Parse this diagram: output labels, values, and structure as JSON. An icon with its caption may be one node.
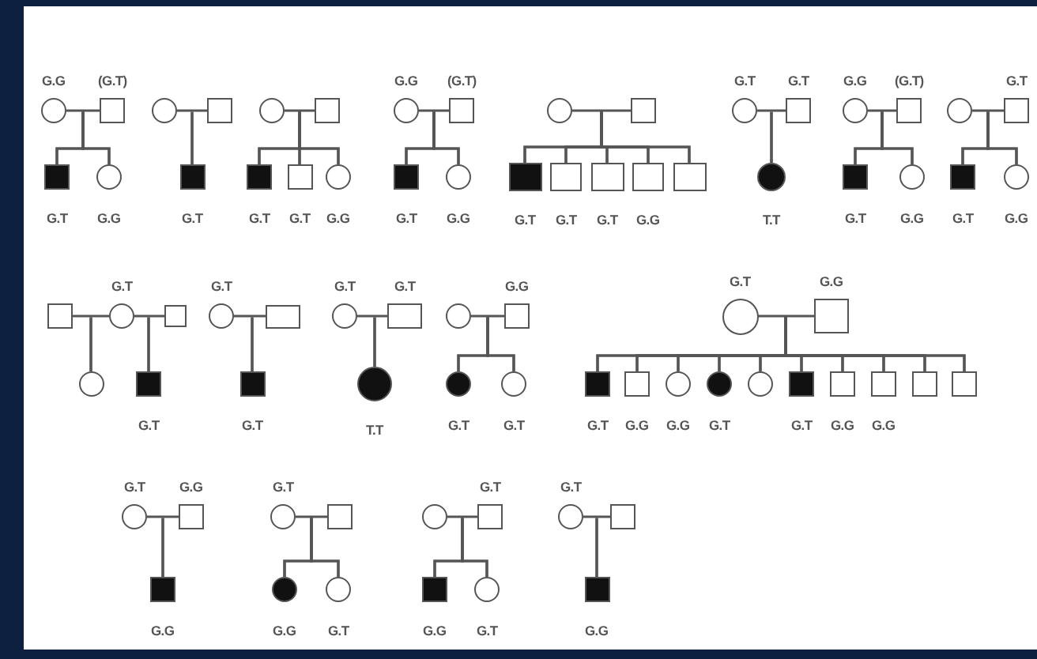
{
  "diagram": {
    "nodes": [
      {
        "text": [],
        "shape": "circle",
        "beside": [
          "G.G"
        ]
      },
      {
        "text": [],
        "shape": "box",
        "beside": [
          "(G.T)"
        ]
      },
      {
        "text": [],
        "shape": "block",
        "beside": [
          "G.T"
        ]
      },
      {
        "text": [],
        "shape": "circle",
        "beside": [
          "G.G"
        ]
      },
      {
        "text": [],
        "shape": "circle"
      },
      {
        "text": [],
        "shape": "box"
      },
      {
        "text": [],
        "shape": "block",
        "beside": [
          "G.T"
        ]
      },
      {
        "text": [],
        "shape": "circle"
      },
      {
        "text": [],
        "shape": "box"
      },
      {
        "text": [],
        "shape": "block",
        "beside": [
          "G.T"
        ]
      },
      {
        "text": [],
        "shape": "box",
        "beside": [
          "G.T"
        ]
      },
      {
        "text": [],
        "shape": "circle",
        "beside": [
          "G.G"
        ]
      },
      {
        "text": [],
        "shape": "circle",
        "beside": [
          "G.G"
        ]
      },
      {
        "text": [],
        "shape": "box",
        "beside": [
          "(G.T)"
        ]
      },
      {
        "text": [],
        "shape": "block",
        "beside": [
          "G.T"
        ]
      },
      {
        "text": [],
        "shape": "circle",
        "beside": [
          "G.G"
        ]
      },
      {
        "text": [],
        "shape": "circle"
      },
      {
        "text": [],
        "shape": "box"
      },
      {
        "text": [],
        "shape": "block",
        "beside": [
          "G.T"
        ]
      },
      {
        "text": [],
        "shape": "box",
        "beside": [
          "G.T"
        ]
      },
      {
        "text": [],
        "shape": "box",
        "beside": [
          "G.T"
        ]
      },
      {
        "text": [],
        "shape": "box",
        "beside": [
          "G.G"
        ]
      },
      {
        "text": [],
        "shape": "box"
      },
      {
        "text": [],
        "shape": "circle",
        "beside": [
          "G.T"
        ]
      },
      {
        "text": [],
        "shape": "box",
        "beside": [
          "G.T"
        ]
      },
      {
        "text": [],
        "shape": "disc",
        "beside": [
          "T.T"
        ]
      },
      {
        "text": [],
        "shape": "circle",
        "beside": [
          "G.G"
        ]
      },
      {
        "text": [],
        "shape": "box",
        "beside": [
          "(G.T)"
        ]
      },
      {
        "text": [],
        "shape": "block",
        "beside": [
          "G.T"
        ]
      },
      {
        "text": [],
        "shape": "circle",
        "beside": [
          "G.G"
        ]
      },
      {
        "text": [],
        "shape": "circle"
      },
      {
        "text": [],
        "shape": "box",
        "beside": [
          "G.T"
        ]
      },
      {
        "text": [],
        "shape": "block",
        "beside": [
          "G.T"
        ]
      },
      {
        "text": [],
        "shape": "circle",
        "beside": [
          "G.G"
        ]
      },
      {
        "text": [],
        "shape": "box"
      },
      {
        "text": [],
        "shape": "circle",
        "beside": [
          "G.T"
        ]
      },
      {
        "text": [],
        "shape": "box"
      },
      {
        "text": [],
        "shape": "circle"
      },
      {
        "text": [],
        "shape": "block",
        "beside": [
          "G.T"
        ]
      },
      {
        "text": [],
        "shape": "circle",
        "beside": [
          "G.T"
        ]
      },
      {
        "text": [],
        "shape": "box"
      },
      {
        "text": [],
        "shape": "block",
        "beside": [
          "G.T"
        ]
      },
      {
        "text": [],
        "shape": "circle",
        "beside": [
          "G.T"
        ]
      },
      {
        "text": [],
        "shape": "box",
        "beside": [
          "G.T"
        ]
      },
      {
        "text": [],
        "shape": "disc",
        "beside": [
          "T.T"
        ]
      },
      {
        "text": [],
        "shape": "circle"
      },
      {
        "text": [],
        "shape": "box",
        "beside": [
          "G.G"
        ]
      },
      {
        "text": [],
        "shape": "disc",
        "beside": [
          "G.T"
        ]
      },
      {
        "text": [],
        "shape": "circle",
        "beside": [
          "G.T"
        ]
      },
      {
        "text": [],
        "shape": "circle",
        "beside": [
          "G.T"
        ]
      },
      {
        "text": [],
        "shape": "box",
        "beside": [
          "G.G"
        ]
      },
      {
        "text": [],
        "shape": "block",
        "beside": [
          "G.T"
        ]
      },
      {
        "text": [],
        "shape": "box",
        "beside": [
          "G.G"
        ]
      },
      {
        "text": [],
        "shape": "circle",
        "beside": [
          "G.G"
        ]
      },
      {
        "text": [],
        "shape": "disc",
        "beside": [
          "G.T"
        ]
      },
      {
        "text": [],
        "shape": "circle"
      },
      {
        "text": [],
        "shape": "block",
        "beside": [
          "G.T"
        ]
      },
      {
        "text": [],
        "shape": "box",
        "beside": [
          "G.G"
        ]
      },
      {
        "text": [],
        "shape": "box",
        "beside": [
          "G.G"
        ]
      },
      {
        "text": [],
        "shape": "box"
      },
      {
        "text": [],
        "shape": "box"
      },
      {
        "text": [],
        "shape": "circle",
        "beside": [
          "G.T"
        ]
      },
      {
        "text": [],
        "shape": "box",
        "beside": [
          "G.G"
        ]
      },
      {
        "text": [],
        "shape": "block",
        "beside": [
          "G.G"
        ]
      },
      {
        "text": [],
        "shape": "circle",
        "beside": [
          "G.T"
        ]
      },
      {
        "text": [],
        "shape": "box"
      },
      {
        "text": [],
        "shape": "disc",
        "beside": [
          "G.G"
        ]
      },
      {
        "text": [],
        "shape": "circle",
        "beside": [
          "G.T"
        ]
      },
      {
        "text": [],
        "shape": "circle"
      },
      {
        "text": [],
        "shape": "box",
        "beside": [
          "G.T"
        ]
      },
      {
        "text": [],
        "shape": "block",
        "beside": [
          "G.G"
        ]
      },
      {
        "text": [],
        "shape": "circle",
        "beside": [
          "G.T"
        ]
      },
      {
        "text": [],
        "shape": "circle",
        "beside": [
          "G.T"
        ]
      },
      {
        "text": [],
        "shape": "box"
      },
      {
        "text": [],
        "shape": "block",
        "beside": [
          "G.G"
        ]
      }
    ],
    "edges": [
      {
        "from": 0,
        "to": 1,
        "arrow": "none"
      },
      {
        "from": 0,
        "to": 2,
        "arrow": "none"
      },
      {
        "from": 1,
        "to": 2,
        "arrow": "none"
      },
      {
        "from": 0,
        "to": 3,
        "arrow": "none"
      },
      {
        "from": 1,
        "to": 3,
        "arrow": "none"
      },
      {
        "from": 4,
        "to": 5,
        "arrow": "none"
      },
      {
        "from": 4,
        "to": 6,
        "arrow": "none"
      },
      {
        "from": 5,
        "to": 6,
        "arrow": "none"
      },
      {
        "from": 7,
        "to": 8,
        "arrow": "none"
      },
      {
        "from": 7,
        "to": 9,
        "arrow": "none"
      },
      {
        "from": 8,
        "to": 9,
        "arrow": "none"
      },
      {
        "from": 7,
        "to": 10,
        "arrow": "none"
      },
      {
        "from": 8,
        "to": 10,
        "arrow": "none"
      },
      {
        "from": 7,
        "to": 11,
        "arrow": "none"
      },
      {
        "from": 8,
        "to": 11,
        "arrow": "none"
      },
      {
        "from": 12,
        "to": 13,
        "arrow": "none"
      },
      {
        "from": 12,
        "to": 14,
        "arrow": "none"
      },
      {
        "from": 13,
        "to": 14,
        "arrow": "none"
      },
      {
        "from": 12,
        "to": 15,
        "arrow": "none"
      },
      {
        "from": 13,
        "to": 15,
        "arrow": "none"
      },
      {
        "from": 16,
        "to": 17,
        "arrow": "none"
      },
      {
        "from": 16,
        "to": 18,
        "arrow": "none"
      },
      {
        "from": 17,
        "to": 18,
        "arrow": "none"
      },
      {
        "from": 16,
        "to": 19,
        "arrow": "none"
      },
      {
        "from": 17,
        "to": 19,
        "arrow": "none"
      },
      {
        "from": 16,
        "to": 20,
        "arrow": "none"
      },
      {
        "from": 17,
        "to": 20,
        "arrow": "none"
      },
      {
        "from": 16,
        "to": 21,
        "arrow": "none"
      },
      {
        "from": 17,
        "to": 21,
        "arrow": "none"
      },
      {
        "from": 16,
        "to": 22,
        "arrow": "none"
      },
      {
        "from": 17,
        "to": 22,
        "arrow": "none"
      },
      {
        "from": 23,
        "to": 24,
        "arrow": "none"
      },
      {
        "from": 23,
        "to": 25,
        "arrow": "none"
      },
      {
        "from": 24,
        "to": 25,
        "arrow": "none"
      },
      {
        "from": 26,
        "to": 27,
        "arrow": "none"
      },
      {
        "from": 26,
        "to": 28,
        "arrow": "none"
      },
      {
        "from": 27,
        "to": 28,
        "arrow": "none"
      },
      {
        "from": 26,
        "to": 29,
        "arrow": "none"
      },
      {
        "from": 27,
        "to": 29,
        "arrow": "none"
      },
      {
        "from": 30,
        "to": 31,
        "arrow": "none"
      },
      {
        "from": 30,
        "to": 32,
        "arrow": "none"
      },
      {
        "from": 31,
        "to": 32,
        "arrow": "none"
      },
      {
        "from": 30,
        "to": 33,
        "arrow": "none"
      },
      {
        "from": 31,
        "to": 33,
        "arrow": "none"
      },
      {
        "from": 34,
        "to": 35,
        "arrow": "none"
      },
      {
        "from": 34,
        "to": 37,
        "arrow": "none"
      },
      {
        "from": 35,
        "to": 37,
        "arrow": "none"
      },
      {
        "from": 35,
        "to": 36,
        "arrow": "none"
      },
      {
        "from": 35,
        "to": 38,
        "arrow": "none"
      },
      {
        "from": 36,
        "to": 38,
        "arrow": "none"
      },
      {
        "from": 39,
        "to": 40,
        "arrow": "none"
      },
      {
        "from": 39,
        "to": 41,
        "arrow": "none"
      },
      {
        "from": 40,
        "to": 41,
        "arrow": "none"
      },
      {
        "from": 42,
        "to": 43,
        "arrow": "none"
      },
      {
        "from": 42,
        "to": 44,
        "arrow": "none"
      },
      {
        "from": 43,
        "to": 44,
        "arrow": "none"
      },
      {
        "from": 45,
        "to": 46,
        "arrow": "none"
      },
      {
        "from": 45,
        "to": 47,
        "arrow": "none"
      },
      {
        "from": 46,
        "to": 47,
        "arrow": "none"
      },
      {
        "from": 45,
        "to": 48,
        "arrow": "none"
      },
      {
        "from": 46,
        "to": 48,
        "arrow": "none"
      },
      {
        "from": 49,
        "to": 50,
        "arrow": "none"
      },
      {
        "from": 49,
        "to": 51,
        "arrow": "none"
      },
      {
        "from": 50,
        "to": 51,
        "arrow": "none"
      },
      {
        "from": 49,
        "to": 52,
        "arrow": "none"
      },
      {
        "from": 50,
        "to": 52,
        "arrow": "none"
      },
      {
        "from": 49,
        "to": 53,
        "arrow": "none"
      },
      {
        "from": 50,
        "to": 53,
        "arrow": "none"
      },
      {
        "from": 49,
        "to": 54,
        "arrow": "none"
      },
      {
        "from": 50,
        "to": 54,
        "arrow": "none"
      },
      {
        "from": 49,
        "to": 55,
        "arrow": "none"
      },
      {
        "from": 50,
        "to": 55,
        "arrow": "none"
      },
      {
        "from": 49,
        "to": 56,
        "arrow": "none"
      },
      {
        "from": 50,
        "to": 56,
        "arrow": "none"
      },
      {
        "from": 49,
        "to": 57,
        "arrow": "none"
      },
      {
        "from": 50,
        "to": 57,
        "arrow": "none"
      },
      {
        "from": 49,
        "to": 58,
        "arrow": "none"
      },
      {
        "from": 50,
        "to": 58,
        "arrow": "none"
      },
      {
        "from": 49,
        "to": 59,
        "arrow": "none"
      },
      {
        "from": 50,
        "to": 59,
        "arrow": "none"
      },
      {
        "from": 49,
        "to": 60,
        "arrow": "none"
      },
      {
        "from": 50,
        "to": 60,
        "arrow": "none"
      },
      {
        "from": 61,
        "to": 62,
        "arrow": "none"
      },
      {
        "from": 61,
        "to": 63,
        "arrow": "none"
      },
      {
        "from": 62,
        "to": 63,
        "arrow": "none"
      },
      {
        "from": 64,
        "to": 65,
        "arrow": "none"
      },
      {
        "from": 64,
        "to": 66,
        "arrow": "none"
      },
      {
        "from": 65,
        "to": 66,
        "arrow": "none"
      },
      {
        "from": 64,
        "to": 67,
        "arrow": "none"
      },
      {
        "from": 65,
        "to": 67,
        "arrow": "none"
      },
      {
        "from": 68,
        "to": 69,
        "arrow": "none"
      },
      {
        "from": 68,
        "to": 70,
        "arrow": "none"
      },
      {
        "from": 69,
        "to": 70,
        "arrow": "none"
      },
      {
        "from": 68,
        "to": 71,
        "arrow": "none"
      },
      {
        "from": 69,
        "to": 71,
        "arrow": "none"
      },
      {
        "from": 72,
        "to": 73,
        "arrow": "none"
      },
      {
        "from": 72,
        "to": 74,
        "arrow": "none"
      },
      {
        "from": 73,
        "to": 74,
        "arrow": "none"
      }
    ]
  }
}
